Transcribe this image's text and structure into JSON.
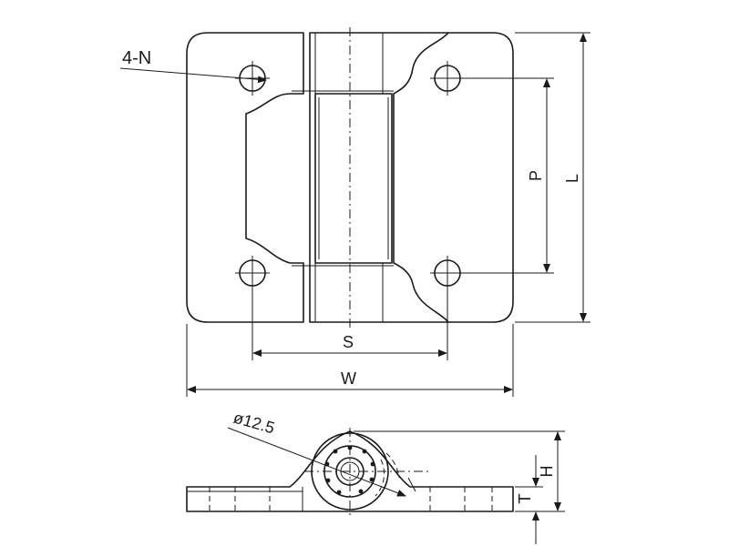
{
  "labels": {
    "hole_callout": "4-N",
    "hole_spacing": "S",
    "width": "W",
    "pitch": "P",
    "length": "L",
    "pin_diameter": "ø12.5",
    "height": "H",
    "thickness": "T"
  },
  "colors": {
    "line": "#1a1a1a",
    "background": "#ffffff"
  }
}
